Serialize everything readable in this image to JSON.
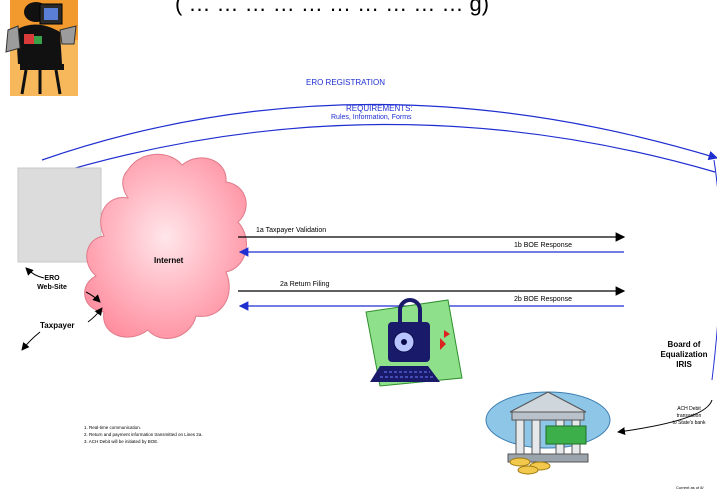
{
  "title_fragment": "( … … … … … … … … … … g)",
  "arcs": {
    "registration_label": "ERO REGISTRATION",
    "requirements_label": "REQUIREMENTS:",
    "requirements_detail": "Rules, Information, Forms"
  },
  "cloud": {
    "label": "Internet"
  },
  "ero": {
    "line1": "ERO",
    "line2": "Web-Site"
  },
  "taxpayer": {
    "label": "Taxpayer"
  },
  "arrows": {
    "a1": "1a Taxpayer Validation",
    "b1": "1b BOE Response",
    "a2": "2a Return Filing",
    "b2": "2b BOE Response"
  },
  "boe": {
    "line1": "Board of",
    "line2": "Equalization",
    "line3": "IRIS"
  },
  "ach": {
    "line1": "ACH Debit",
    "line2": "transaction",
    "line3": "to State's bank"
  },
  "notes": [
    "1.  Real-time communication.",
    "2.  Return and payment information transmitted on Lines 2a.",
    "3.  ACH Debit will be initiated by BOE."
  ],
  "footer": {
    "current_as_of": "Current as of 8/"
  },
  "colors": {
    "arrow_blue": "#1f2fd0",
    "cloud_pink": "#ff9aa8",
    "box_gray": "#dcdcdc"
  }
}
